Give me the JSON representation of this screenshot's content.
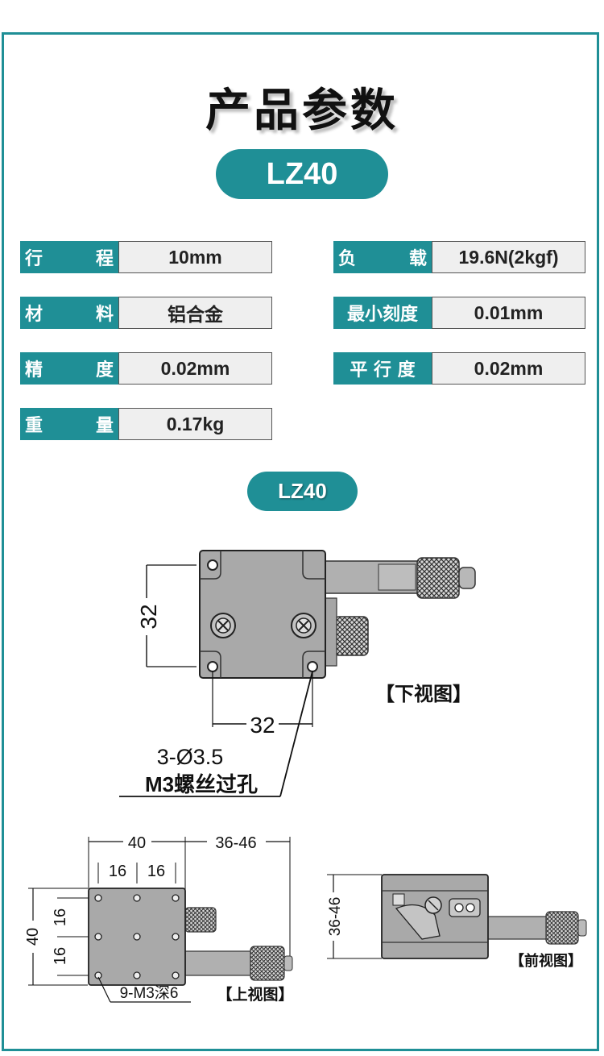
{
  "title": "产品参数",
  "model": "LZ40",
  "drawing_model": "LZ40",
  "specs": [
    {
      "label_a": "行",
      "label_b": "程",
      "value": "10mm"
    },
    {
      "label_a": "负",
      "label_b": "载",
      "value": "19.6N(2kgf)"
    },
    {
      "label_a": "材",
      "label_b": "料",
      "value": "铝合金"
    },
    {
      "label": "最小刻度",
      "value": "0.01mm"
    },
    {
      "label_a": "精",
      "label_b": "度",
      "value": "0.02mm"
    },
    {
      "label": "平 行 度",
      "value": "0.02mm"
    },
    {
      "label_a": "重",
      "label_b": "量",
      "value": "0.17kg"
    }
  ],
  "bottom_view": {
    "label": "【下视图】",
    "dim_height": "32",
    "dim_width": "32",
    "hole_note_1": "3-Ø3.5",
    "hole_note_2": "M3螺丝过孔"
  },
  "top_view": {
    "label": "【上视图】",
    "dim_width": "40",
    "dim_travel": "36-46",
    "dim_pitch_x1": "16",
    "dim_pitch_x2": "16",
    "dim_height": "40",
    "dim_pitch_y1": "16",
    "dim_pitch_y2": "16",
    "hole_note": "9-M3深6"
  },
  "front_view": {
    "label": "【前视图】",
    "dim_range": "36-46"
  },
  "colors": {
    "accent": "#1f8f96",
    "value_bg": "#efefef",
    "metal": "#a9a9a9"
  }
}
